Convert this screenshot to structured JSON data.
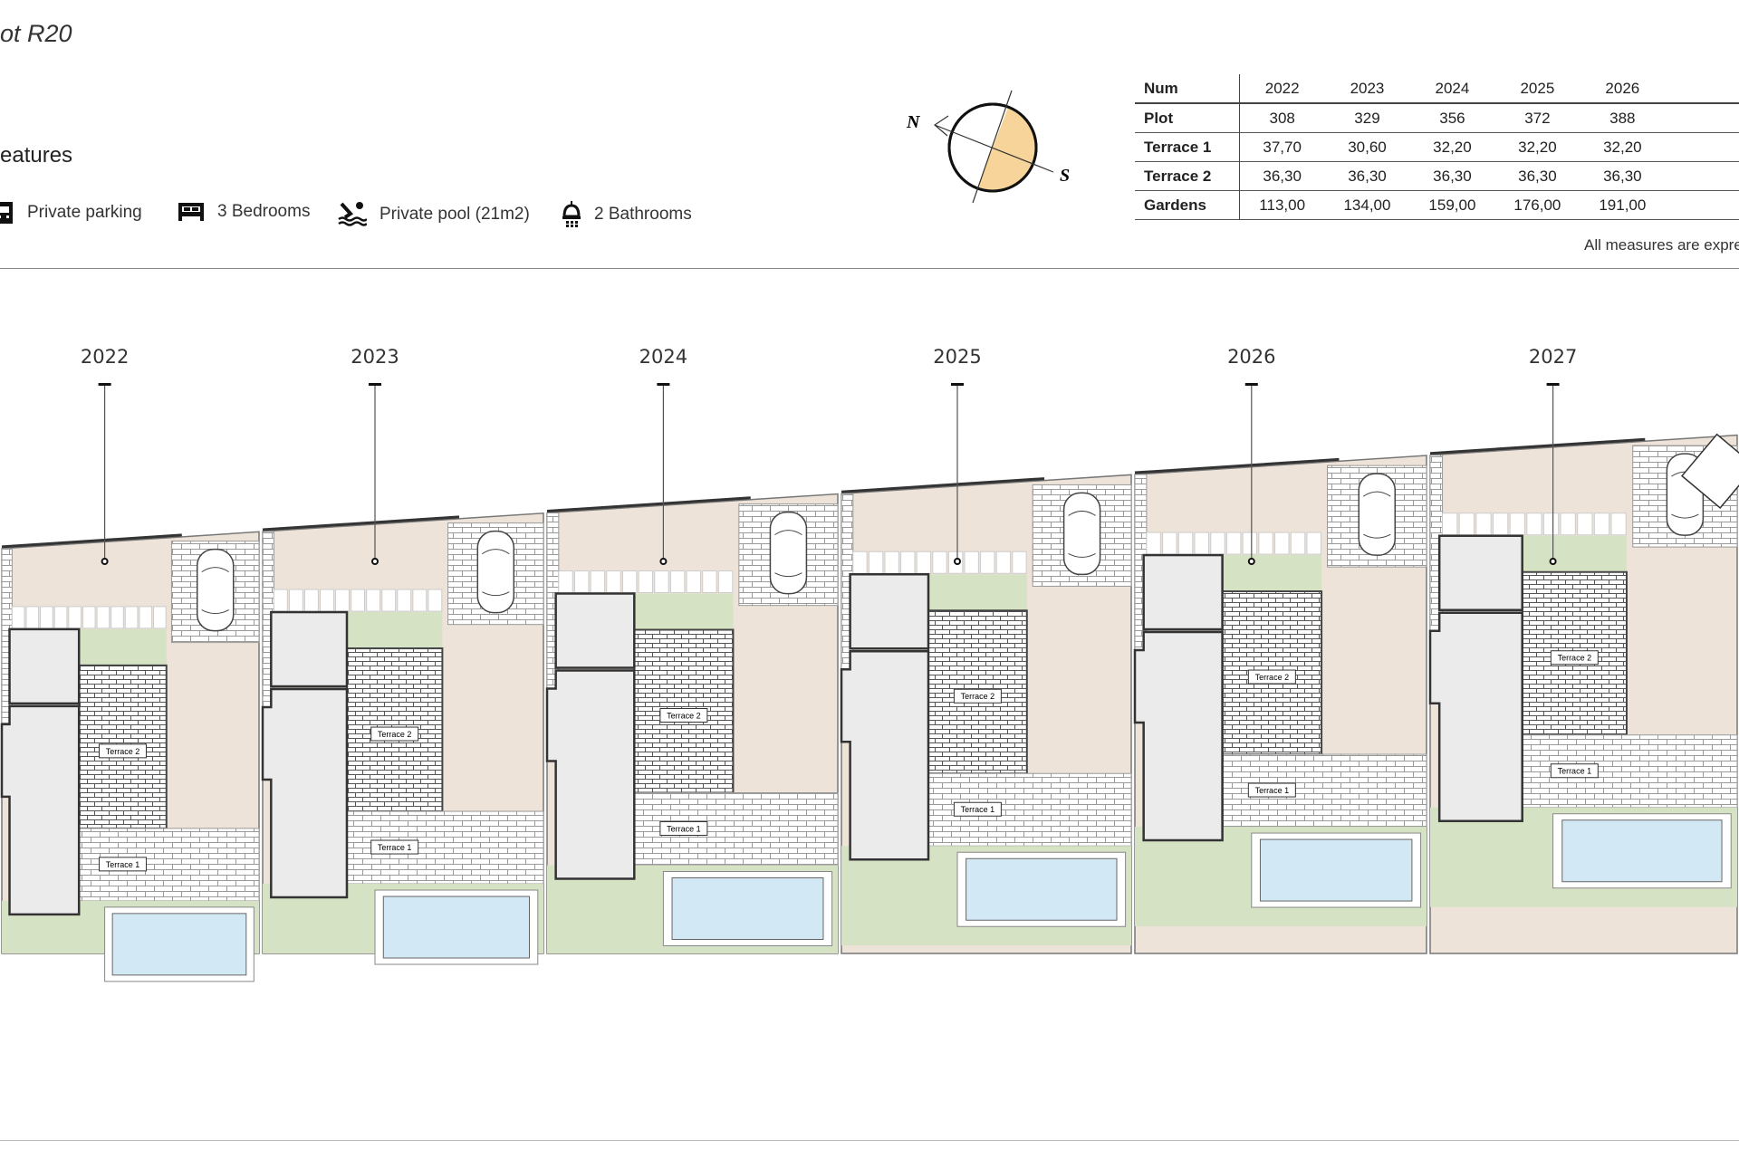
{
  "header": {
    "title": "ot R20",
    "features_heading": "eatures"
  },
  "features": [
    {
      "icon": "parking-icon",
      "label": "Private parking"
    },
    {
      "icon": "bed-icon",
      "label": "3 Bedrooms"
    },
    {
      "icon": "pool-icon",
      "label": "Private pool (21m2)"
    },
    {
      "icon": "shower-icon",
      "label": "2 Bathrooms"
    }
  ],
  "compass": {
    "north": "N",
    "south": "S",
    "fill_color": "#f6d49a"
  },
  "table": {
    "columns": [
      "Num",
      "2022",
      "2023",
      "2024",
      "2025",
      "2026"
    ],
    "rows": [
      {
        "label": "Plot",
        "values": [
          "308",
          "329",
          "356",
          "372",
          "388"
        ]
      },
      {
        "label": "Terrace 1",
        "values": [
          "37,70",
          "30,60",
          "32,20",
          "32,20",
          "32,20"
        ]
      },
      {
        "label": "Terrace 2",
        "values": [
          "36,30",
          "36,30",
          "36,30",
          "36,30",
          "36,30"
        ]
      },
      {
        "label": "Gardens",
        "values": [
          "113,00",
          "134,00",
          "159,00",
          "176,00",
          "191,00"
        ]
      }
    ],
    "footnote": "All measures are expres"
  },
  "plots": [
    {
      "year": "2022",
      "terrace1": "Terrace 1",
      "terrace2": "Terrace 2"
    },
    {
      "year": "2023",
      "terrace1": "Terrace 1",
      "terrace2": "Terrace 2"
    },
    {
      "year": "2024",
      "terrace1": "Terrace 1",
      "terrace2": "Terrace 2"
    },
    {
      "year": "2025",
      "terrace1": "Terrace 1",
      "terrace2": "Terrace 2"
    },
    {
      "year": "2026",
      "terrace1": "Terrace 1",
      "terrace2": "Terrace 2"
    },
    {
      "year": "2027",
      "terrace1": "Terrace 1",
      "terrace2": "Terrace 2"
    }
  ],
  "colors": {
    "ground": "#ede3d8",
    "lawn": "#d6e2c4",
    "pool": "#d3e8f5",
    "house": "#ebebeb",
    "paving": "#ffffff"
  }
}
